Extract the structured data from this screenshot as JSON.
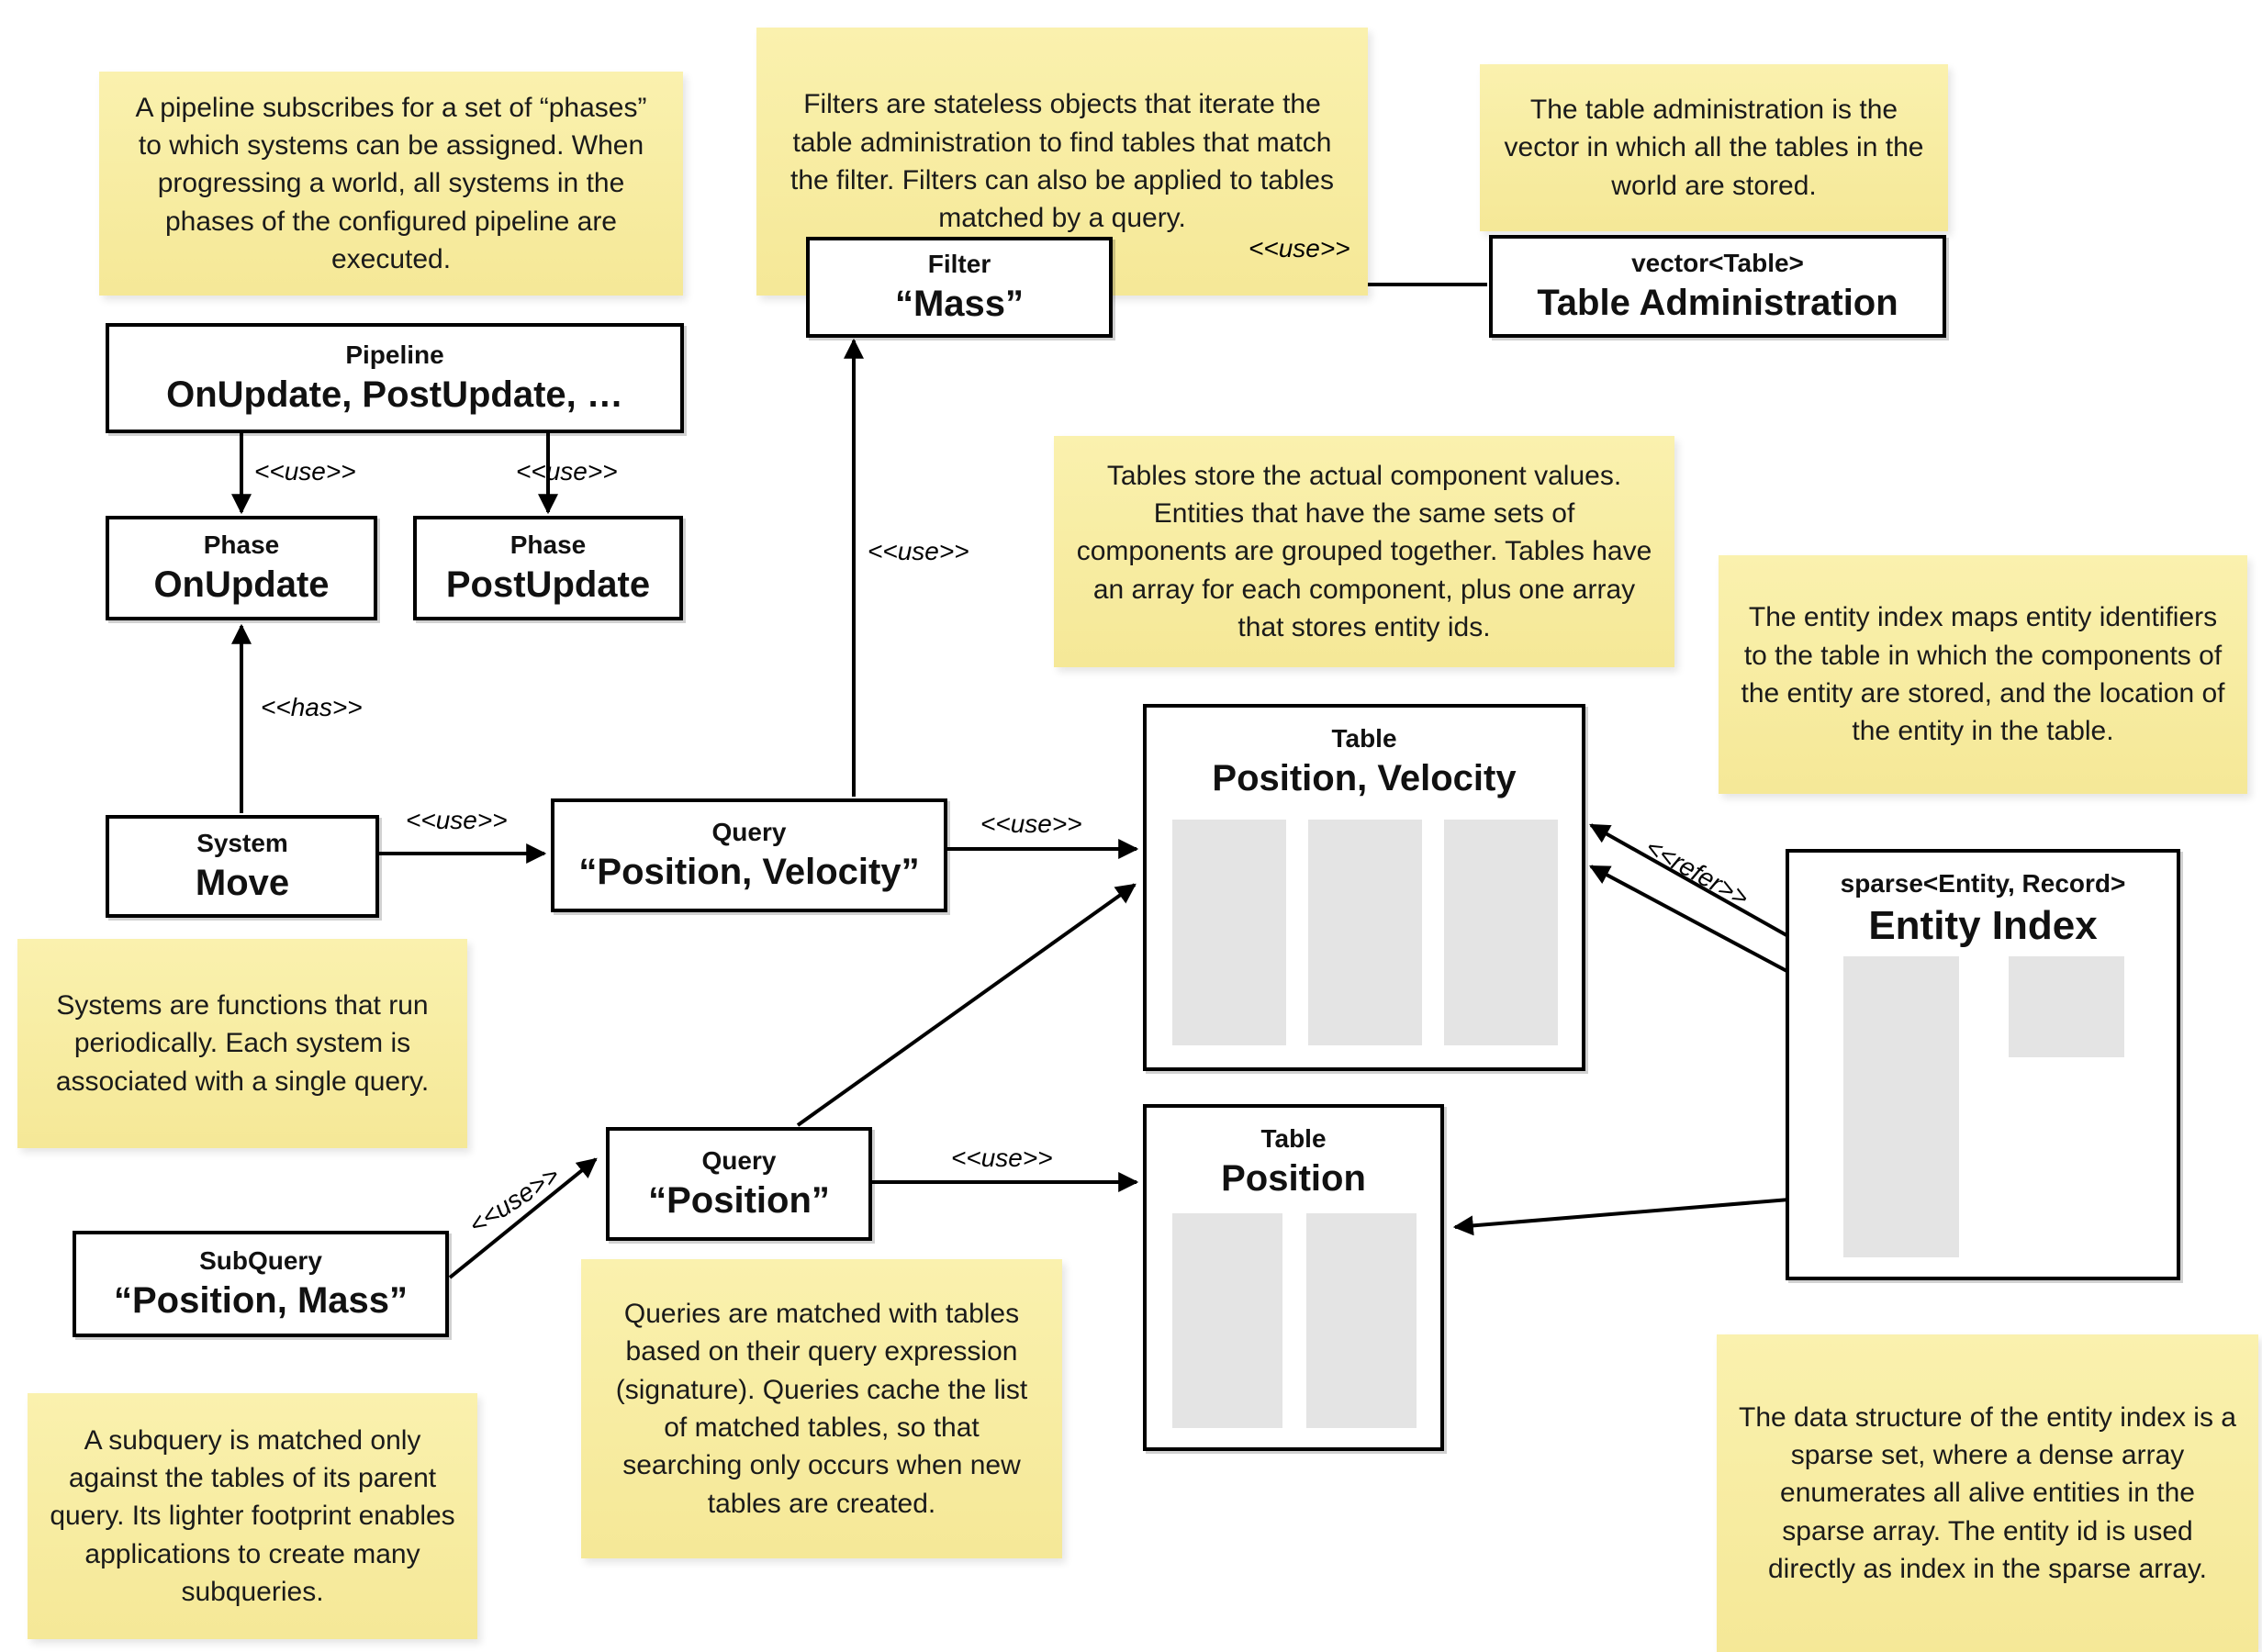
{
  "colors": {
    "note_bg": "#faf1ae",
    "note_bg2": "#f5e897",
    "line": "#000000",
    "array_gray": "#e4e4e4",
    "box_bg": "#ffffff"
  },
  "notes": {
    "pipeline": {
      "text": "A pipeline subscribes for a set of “phases” to which systems can be assigned. When progressing a world, all systems in the phases of the configured pipeline are executed."
    },
    "filters": {
      "text": "Filters are stateless objects that iterate the table administration to find tables that match the filter. Filters can also be applied to tables matched by a query."
    },
    "table_admin": {
      "text": "The table administration is the vector in which all the tables in the world are stored."
    },
    "tables": {
      "text": "Tables store the actual component values. Entities that have the same sets of components are grouped together. Tables have an array for each component, plus one array that stores entity ids."
    },
    "entity_index": {
      "text": "The entity index maps entity identifiers to the table in which the components of the entity are stored, and the location of the entity in the table."
    },
    "systems": {
      "text": "Systems are functions that run periodically. Each system is associated with a single query."
    },
    "queries": {
      "text": "Queries are matched with tables based on their query expression (signature). Queries cache the list of matched tables, so that searching only occurs when new tables are created."
    },
    "subquery": {
      "text": "A subquery is matched only against the tables of its parent query. Its lighter footprint enables applications to create many subqueries."
    },
    "sparse_set": {
      "text": "The data structure of the entity index is a sparse set, where a dense array enumerates all alive entities in the sparse array. The entity id is used directly as index in the sparse array."
    }
  },
  "boxes": {
    "pipeline": {
      "kind": "Pipeline",
      "name": "OnUpdate, PostUpdate, …"
    },
    "phase_onupdate": {
      "kind": "Phase",
      "name": "OnUpdate"
    },
    "phase_postupdate": {
      "kind": "Phase",
      "name": "PostUpdate"
    },
    "filter_mass": {
      "kind": "Filter",
      "name": "“Mass”"
    },
    "table_admin": {
      "kind": "vector<Table>",
      "name": "Table Administration"
    },
    "system_move": {
      "kind": "System",
      "name": "Move"
    },
    "query_pos_vel": {
      "kind": "Query",
      "name": "“Position, Velocity”"
    },
    "query_pos": {
      "kind": "Query",
      "name": "“Position”"
    },
    "subquery_pos_mass": {
      "kind": "SubQuery",
      "name": "“Position, Mass”"
    },
    "table_pos_vel": {
      "kind": "Table",
      "name": "Position, Velocity"
    },
    "table_pos": {
      "kind": "Table",
      "name": "Position"
    },
    "entity_index": {
      "kind": "sparse<Entity, Record>",
      "name": "Entity Index"
    }
  },
  "labels": {
    "use": "<<use>>",
    "has": "<<has>>",
    "refer": "<<refer>>"
  }
}
